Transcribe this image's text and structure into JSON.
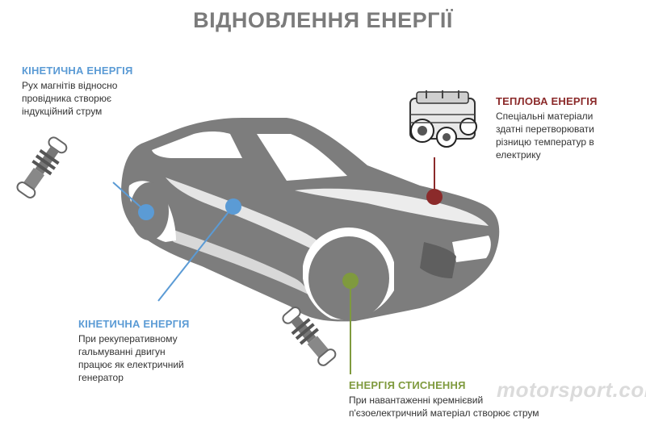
{
  "title": "ВІДНОВЛЕННЯ ЕНЕРГІЇ",
  "colors": {
    "kinetic": "#5b9bd5",
    "thermal": "#8b2a2a",
    "compression": "#7f9a3e",
    "car": "#7d7d7d"
  },
  "annotations": {
    "kinetic_top": {
      "heading": "КІНЕТИЧНА ЕНЕРГІЯ",
      "text": "Рух магнітів відносно\nпровідника створює\nіндукційний струм"
    },
    "kinetic_bottom": {
      "heading": "КІНЕТИЧНА ЕНЕРГІЯ",
      "text": "При рекуперативному\nгальмуванні двигун\nпрацює як електричний\nгенератор"
    },
    "thermal": {
      "heading": "ТЕПЛОВА ЕНЕРГІЯ",
      "text": "Спеціальні матеріали\nздатні перетворювати\nрізницю температур в\nелектрику"
    },
    "compression": {
      "heading": "ЕНЕРГІЯ СТИСНЕННЯ",
      "text": "При навантаженні кремнієвий\nп'єзоелектричний матеріал створює струм"
    }
  },
  "watermark": "motorsport.com",
  "icons": [
    "shock-absorber-icon",
    "engine-icon",
    "car-illustration"
  ]
}
